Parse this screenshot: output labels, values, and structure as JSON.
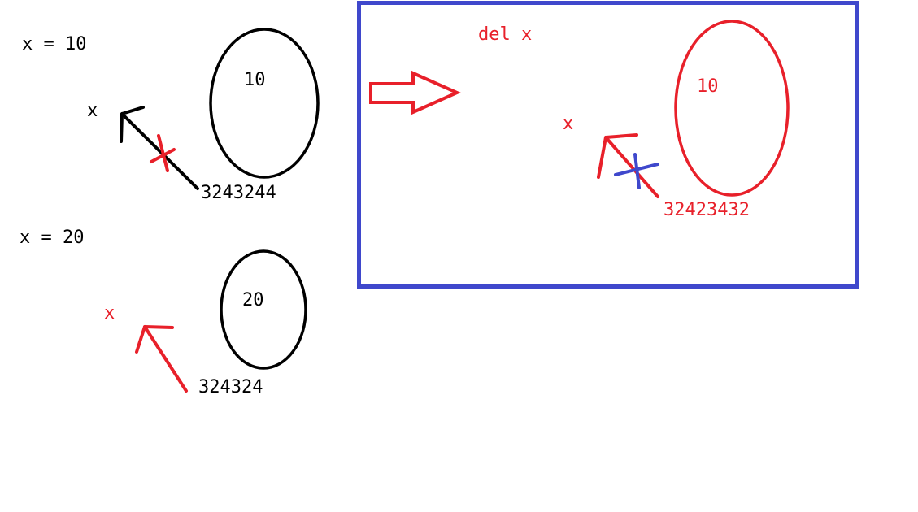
{
  "colors": {
    "black": "#000000",
    "red": "#e8202a",
    "blue": "#3f48cc",
    "background": "#ffffff"
  },
  "left_panel": {
    "assign_10": "x = 10",
    "var_x_1": "x",
    "obj_10_value": "10",
    "obj_10_address": "3243244",
    "assign_20": "x = 20",
    "var_x_2": "x",
    "obj_20_value": "20",
    "obj_20_address": "324324"
  },
  "right_panel": {
    "statement": "del x",
    "var_x": "x",
    "obj_value": "10",
    "obj_address": "32423432"
  },
  "icons": [
    "pointer-arrow-icon",
    "cross-mark-icon",
    "block-arrow-icon"
  ]
}
